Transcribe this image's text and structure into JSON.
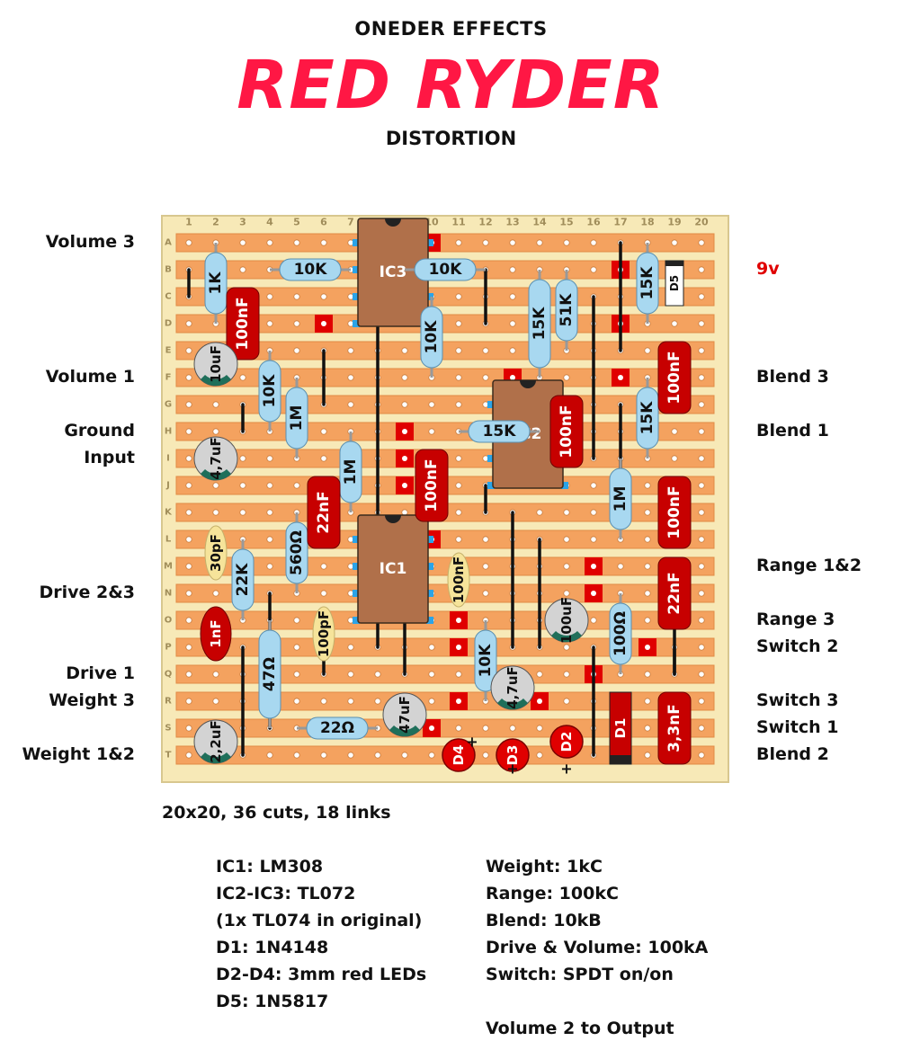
{
  "header": {
    "brand": "ONEDER EFFECTS",
    "product": "RED RYDER",
    "type": "DISTORTION"
  },
  "board": {
    "columns": [
      "1",
      "2",
      "3",
      "4",
      "5",
      "6",
      "7",
      "8",
      "9",
      "10",
      "11",
      "12",
      "13",
      "14",
      "15",
      "16",
      "17",
      "18",
      "19",
      "20"
    ],
    "rows": [
      "A",
      "B",
      "C",
      "D",
      "E",
      "F",
      "G",
      "H",
      "I",
      "J",
      "K",
      "L",
      "M",
      "N",
      "O",
      "P",
      "Q",
      "R",
      "S",
      "T"
    ],
    "colors": {
      "board": "#f7e9b7",
      "strip": "#f4a25f",
      "cut": "#e00000",
      "resistor": "#a8d8f0",
      "cap": "#c70000",
      "ic": "#b0704a"
    }
  },
  "labels_left": [
    {
      "text": "Volume 3",
      "row": 0
    },
    {
      "text": "Volume 1",
      "row": 5
    },
    {
      "text": "Ground",
      "row": 7
    },
    {
      "text": "Input",
      "row": 8
    },
    {
      "text": "Drive 2&3",
      "row": 13
    },
    {
      "text": "Drive 1",
      "row": 16
    },
    {
      "text": "Weight 3",
      "row": 17
    },
    {
      "text": "Weight 1&2",
      "row": 19
    }
  ],
  "labels_right": [
    {
      "text": "9v",
      "row": 1,
      "color": "#e00000"
    },
    {
      "text": "Blend 3",
      "row": 5
    },
    {
      "text": "Blend 1",
      "row": 7
    },
    {
      "text": "Range 1&2",
      "row": 12
    },
    {
      "text": "Range 3",
      "row": 14
    },
    {
      "text": "Switch 2",
      "row": 15
    },
    {
      "text": "Switch 3",
      "row": 17
    },
    {
      "text": "Switch 1",
      "row": 18
    },
    {
      "text": "Blend 2",
      "row": 19
    }
  ],
  "components": {
    "resistors": [
      {
        "label": "1K",
        "c1": 2,
        "r1": 0,
        "c2": 2,
        "r2": 3
      },
      {
        "label": "10K",
        "c1": 4,
        "r1": 1,
        "c2": 7,
        "r2": 1
      },
      {
        "label": "10K",
        "c1": 9,
        "r1": 1,
        "c2": 12,
        "r2": 1
      },
      {
        "label": "15K",
        "c1": 14,
        "r1": 1,
        "c2": 14,
        "r2": 5
      },
      {
        "label": "51K",
        "c1": 15,
        "r1": 1,
        "c2": 15,
        "r2": 4
      },
      {
        "label": "15K",
        "c1": 18,
        "r1": 0,
        "c2": 18,
        "r2": 3
      },
      {
        "label": "10K",
        "c1": 10,
        "r1": 2,
        "c2": 10,
        "r2": 5
      },
      {
        "label": "10K",
        "c1": 4,
        "r1": 4,
        "c2": 4,
        "r2": 7
      },
      {
        "label": "1M",
        "c1": 5,
        "r1": 5,
        "c2": 5,
        "r2": 8
      },
      {
        "label": "15K",
        "c1": 11,
        "r1": 7,
        "c2": 14,
        "r2": 7
      },
      {
        "label": "15K",
        "c1": 18,
        "r1": 5,
        "c2": 18,
        "r2": 8
      },
      {
        "label": "1M",
        "c1": 7,
        "r1": 7,
        "c2": 7,
        "r2": 10
      },
      {
        "label": "1M",
        "c1": 17,
        "r1": 8,
        "c2": 17,
        "r2": 11
      },
      {
        "label": "560Ω",
        "c1": 5,
        "r1": 10,
        "c2": 5,
        "r2": 13
      },
      {
        "label": "22K",
        "c1": 3,
        "r1": 11,
        "c2": 3,
        "r2": 14
      },
      {
        "label": "100Ω",
        "c1": 17,
        "r1": 13,
        "c2": 17,
        "r2": 16
      },
      {
        "label": "10K",
        "c1": 12,
        "r1": 14,
        "c2": 12,
        "r2": 17
      },
      {
        "label": "47Ω",
        "c1": 4,
        "r1": 14,
        "c2": 4,
        "r2": 18
      },
      {
        "label": "22Ω",
        "c1": 5,
        "r1": 18,
        "c2": 8,
        "r2": 18
      }
    ],
    "film_caps": [
      {
        "label": "100nF",
        "c": 3,
        "r": 2
      },
      {
        "label": "100nF",
        "c": 19,
        "r": 4
      },
      {
        "label": "100nF",
        "c": 15,
        "r": 6
      },
      {
        "label": "100nF",
        "c": 10,
        "r": 8
      },
      {
        "label": "22nF",
        "c": 6,
        "r": 9
      },
      {
        "label": "100nF",
        "c": 19,
        "r": 9
      },
      {
        "label": "22nF",
        "c": 19,
        "r": 12
      },
      {
        "label": "3,3nF",
        "c": 19,
        "r": 17
      }
    ],
    "ceramic_caps": [
      {
        "label": "30pF",
        "c": 2,
        "r": 11.5
      },
      {
        "label": "100nF",
        "c": 11,
        "r": 12.5
      },
      {
        "label": "100pF",
        "c": 6,
        "r": 14.5
      },
      {
        "label": "1nF",
        "c": 2,
        "r": 14.5
      }
    ],
    "electrolytics": [
      {
        "label": "10uF",
        "c": 2,
        "r": 4.5
      },
      {
        "label": "4,7uF",
        "c": 2,
        "r": 8
      },
      {
        "label": "100uF",
        "c": 15,
        "r": 14
      },
      {
        "label": "4,7uF",
        "c": 13,
        "r": 16.5
      },
      {
        "label": "47uF",
        "c": 9,
        "r": 17.5
      },
      {
        "label": "2,2uF",
        "c": 2,
        "r": 18.5
      }
    ],
    "ics": [
      {
        "label": "IC3",
        "c": 8,
        "r": 1.5
      },
      {
        "label": "IC2",
        "c": 13,
        "r": 7.5
      },
      {
        "label": "IC1",
        "c": 8,
        "r": 12.5
      }
    ],
    "leds": [
      {
        "label": "D4",
        "c": 11,
        "r": 19
      },
      {
        "label": "D3",
        "c": 13,
        "r": 19
      },
      {
        "label": "D2",
        "c": 15,
        "r": 18.5
      }
    ],
    "diodes": [
      {
        "label": "D1",
        "c": 17,
        "r": 17,
        "r2": 19
      },
      {
        "label": "D5",
        "c": 19,
        "r": 1,
        "r2": 2
      }
    ],
    "plus_marks": [
      {
        "text": "+",
        "c": 11.5,
        "r": 18.5
      },
      {
        "text": "+",
        "c": 13,
        "r": 19.5
      },
      {
        "text": "+",
        "c": 15,
        "r": 19.5
      }
    ]
  },
  "info": {
    "summary": "20x20, 36 cuts, 18 links",
    "left": [
      "IC1: LM308",
      "IC2-IC3: TL072",
      "(1x TL074 in original)",
      "D1: 1N4148",
      "D2-D4: 3mm red LEDs",
      "D5: 1N5817"
    ],
    "right": [
      "Weight: 1kC",
      "Range: 100kC",
      "Blend: 10kB",
      "Drive & Volume: 100kA",
      "Switch: SPDT on/on",
      "",
      "Volume 2 to Output"
    ]
  }
}
